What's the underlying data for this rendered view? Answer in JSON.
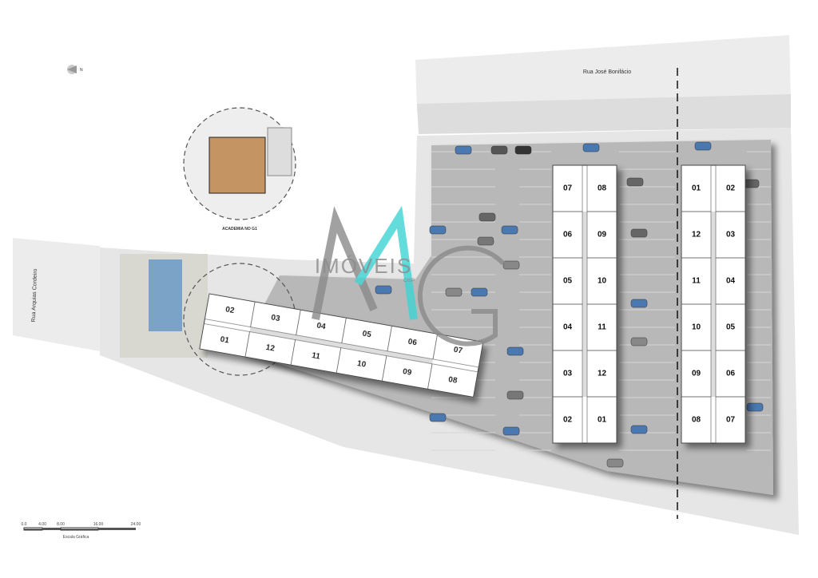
{
  "streets": {
    "top": "Rua José Bonifácio",
    "left": "Rua Arquias Cordeiro"
  },
  "north_label": "N",
  "academia_label": "ACADEMIA NO G1",
  "watermark": {
    "logo": "MG",
    "text": "IMÓVEIS",
    "sub": "CISP"
  },
  "scale": {
    "ticks": [
      "0.0",
      "4.00",
      "8.00",
      "16.00",
      "24.00"
    ],
    "label": "Escala Gráfica"
  },
  "buildings": {
    "block_a": {
      "top": [
        "02",
        "03",
        "04",
        "05",
        "06",
        "07"
      ],
      "bottom": [
        "01",
        "12",
        "11",
        "10",
        "09",
        "08"
      ]
    },
    "block_b": {
      "rows": [
        [
          "07",
          "08"
        ],
        [
          "06",
          "09"
        ],
        [
          "05",
          "10"
        ],
        [
          "04",
          "11"
        ],
        [
          "03",
          "12"
        ],
        [
          "02",
          "01"
        ]
      ]
    },
    "block_c": {
      "rows": [
        [
          "01",
          "02"
        ],
        [
          "12",
          "03"
        ],
        [
          "11",
          "04"
        ],
        [
          "10",
          "05"
        ],
        [
          "09",
          "06"
        ],
        [
          "08",
          "07"
        ]
      ]
    }
  },
  "colors": {
    "paving": "#b9b9b9",
    "street": "#e9e9e9",
    "building": "#ffffff",
    "watermark_teal": "#3fd4d4",
    "watermark_gray": "#8a8a8a"
  }
}
